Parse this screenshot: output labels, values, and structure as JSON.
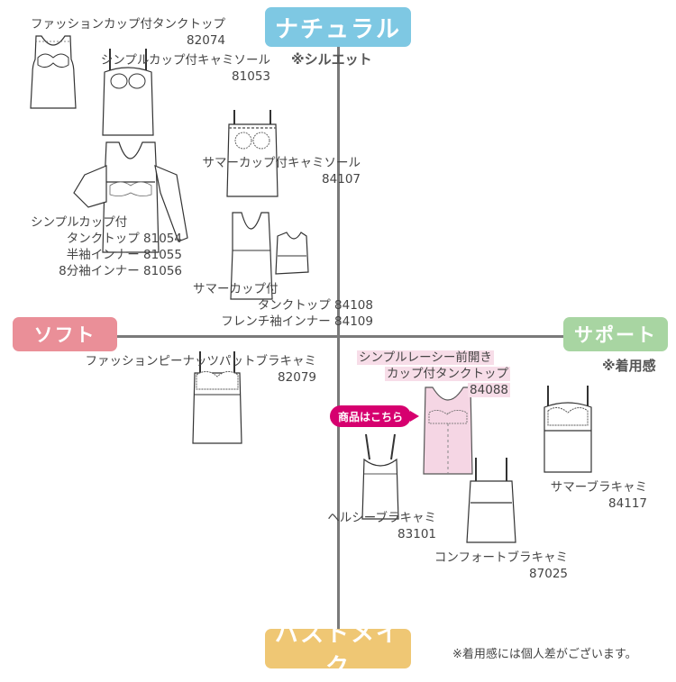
{
  "axes": {
    "top": {
      "label": "ナチュラル",
      "note": "※シルエット",
      "color": "#7ec8e3"
    },
    "bottom": {
      "label": "バストメイク",
      "color": "#efc774"
    },
    "left": {
      "label": "ソフト",
      "color": "#ea8f98"
    },
    "right": {
      "label": "サポート",
      "note": "※着用感",
      "color": "#a8d5a2"
    }
  },
  "footnote": "※着用感には個人差がございます。",
  "cta_label": "商品はこちら",
  "products": [
    {
      "lines": [
        "ファッションカップ付タンクトップ"
      ],
      "code": "82074"
    },
    {
      "lines": [
        "シンプルカップ付キャミソール"
      ],
      "code": "81053"
    },
    {
      "lines": [
        "サマーカップ付キャミソール"
      ],
      "code": "84107"
    },
    {
      "lines": [
        "シンプルカップ付",
        "タンクトップ 81054",
        "半袖インナー 81055",
        "8分袖インナー 81056"
      ],
      "code": ""
    },
    {
      "lines": [
        "サマーカップ付",
        "タンクトップ 84108",
        "フレンチ袖インナー 84109"
      ],
      "code": ""
    },
    {
      "lines": [
        "ファッションピーナッツパットブラキャミ"
      ],
      "code": "82079"
    },
    {
      "lines": [
        "シンプルレーシー前開き",
        "カップ付タンクトップ"
      ],
      "code": "84088"
    },
    {
      "lines": [
        "サマーブラキャミ"
      ],
      "code": "84117"
    },
    {
      "lines": [
        "ヘルシーブラキャミ"
      ],
      "code": "83101"
    },
    {
      "lines": [
        "コンフォートブラキャミ"
      ],
      "code": "87025"
    }
  ]
}
